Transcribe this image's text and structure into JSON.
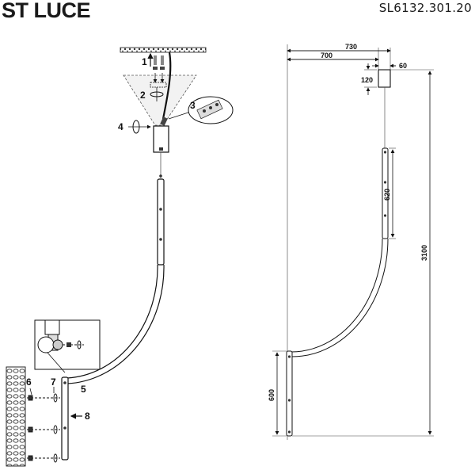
{
  "brand": "ST LUCE",
  "model": "SL6132.301.20",
  "steps": [
    "1",
    "2",
    "3",
    "4",
    "5",
    "6",
    "7",
    "8"
  ],
  "dimensions": {
    "total_width": "730",
    "arc_width": "700",
    "canopy_width": "60",
    "canopy_height": "120",
    "upper_segment": "620",
    "total_height": "3100",
    "lower_segment": "600"
  }
}
